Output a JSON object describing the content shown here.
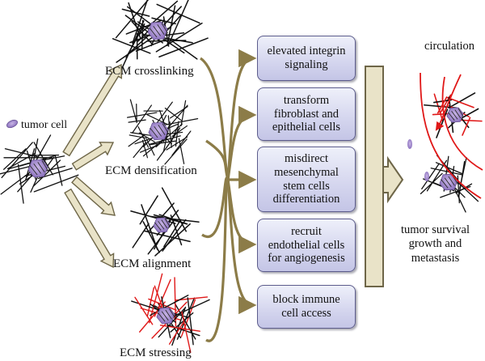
{
  "legend": {
    "label": "tumor cell"
  },
  "ecm_states": [
    {
      "label": "ECM crosslinking"
    },
    {
      "label": "ECM densification"
    },
    {
      "label": "ECM alignment"
    },
    {
      "label": "ECM stressing"
    }
  ],
  "effects": [
    {
      "text": "elevated integrin\nsignaling"
    },
    {
      "text": "transform\nfibroblast and\nepithelial cells"
    },
    {
      "text": "misdirect\nmesenchymal\nstem cells\ndifferentiation"
    },
    {
      "text": "recruit\nendothelial cells\nfor angiogenesis"
    },
    {
      "text": "block immune\ncell access"
    }
  ],
  "outcome": {
    "circulation_label": "circulation",
    "label": "tumor survival\ngrowth and\nmetastasis"
  },
  "colors": {
    "tumor_cell": "#9a7fc8",
    "fiber": "#111111",
    "stress_fiber": "#e01818",
    "curved_arrow": "#8c7c48",
    "block_arrow_fill": "#e9e3c8",
    "block_arrow_stroke": "#6e6648",
    "box_border": "#5c5c8c",
    "vessel": "#e01818"
  }
}
